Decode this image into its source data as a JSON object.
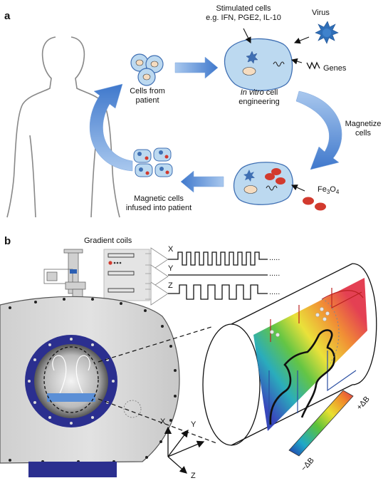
{
  "panel_a": {
    "letter": "a",
    "stimulated_cells": "Stimulated cells",
    "stimulated_examples": "e.g. IFN, PGE2, IL-10",
    "virus": "Virus",
    "genes": "Genes",
    "cells_from_patient_1": "Cells from",
    "cells_from_patient_2": "patient",
    "in_vitro_italic": "In vitro",
    "in_vitro_rest": " cell",
    "engineering": "engineering",
    "magnetize_1": "Magnetize",
    "magnetize_2": "cells",
    "fe3o4_fe": "Fe",
    "fe3o4_3": "3",
    "fe3o4_o": "O",
    "fe3o4_4": "4",
    "magnetic_cells_1": "Magnetic cells",
    "magnetic_cells_2": "infused into patient"
  },
  "panel_b": {
    "letter": "b",
    "gradient_coils": "Gradient coils",
    "axis_x": "X",
    "axis_y": "Y",
    "axis_z": "Z",
    "plus_delta_b": "+ΔB",
    "minus_delta_b": "−ΔB",
    "dots": "....."
  },
  "colors": {
    "cell_fill": "#bcd9f0",
    "arrow_blue": "#5b8fd6",
    "magnet_red": "#d23a2e",
    "ring_blue": "#2b2f8f",
    "scanner_gray": "#d9d9d9"
  }
}
